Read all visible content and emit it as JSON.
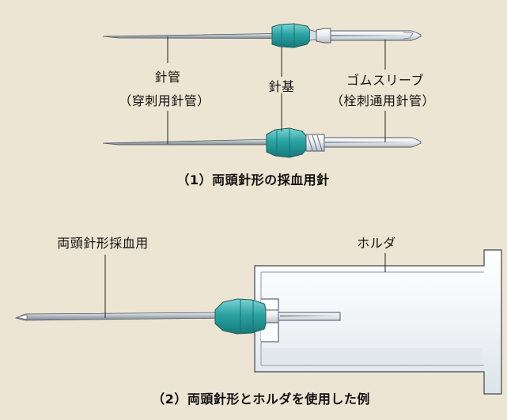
{
  "labels": {
    "needle_tube": "針管",
    "needle_tube_sub": "（穿刺用針管）",
    "needle_base": "針基",
    "rubber_sleeve": "ゴムスリーブ",
    "rubber_sleeve_sub": "（栓刺通用針管）",
    "double_needle": "両頭針形採血用",
    "holder": "ホルダ"
  },
  "captions": {
    "figure_1": "（1）両頭針形の採血用針",
    "figure_2": "（2）両頭針形とホルダを使用した例"
  },
  "colors": {
    "background": "#ede5d3",
    "hub_teal": "#2aa3a4",
    "hub_teal_dark": "#16797a",
    "needle_grey": "#b8bfc6",
    "holder_light": "#f4f6f8",
    "outline": "#3c4650"
  }
}
